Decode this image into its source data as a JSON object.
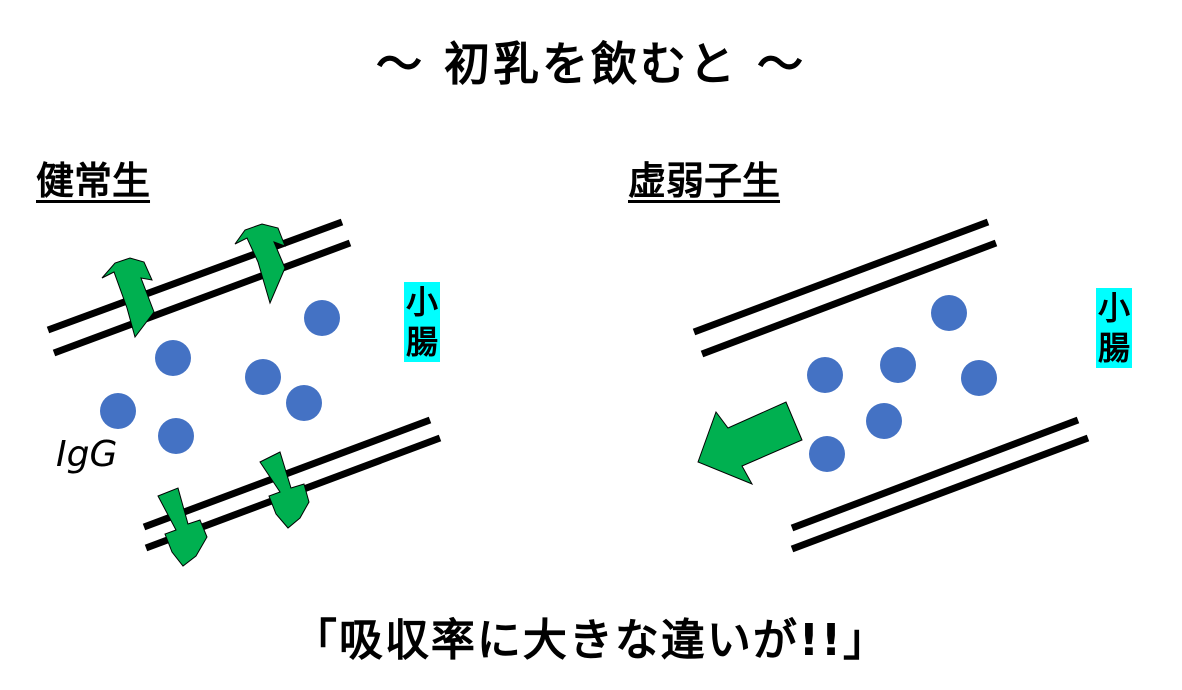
{
  "title": "～ 初乳を飲むと ～",
  "healthy": {
    "heading": "健常生",
    "organ_label": "小腸",
    "antibody_label": "IgG"
  },
  "weak": {
    "heading": "虚弱子生",
    "organ_label": "小腸"
  },
  "conclusion": "「吸収率に大きな違いが!!」",
  "colors": {
    "dot": "#4472c4",
    "arrow": "#00b050",
    "wall": "#000000",
    "label_bg": "#00ffff"
  }
}
